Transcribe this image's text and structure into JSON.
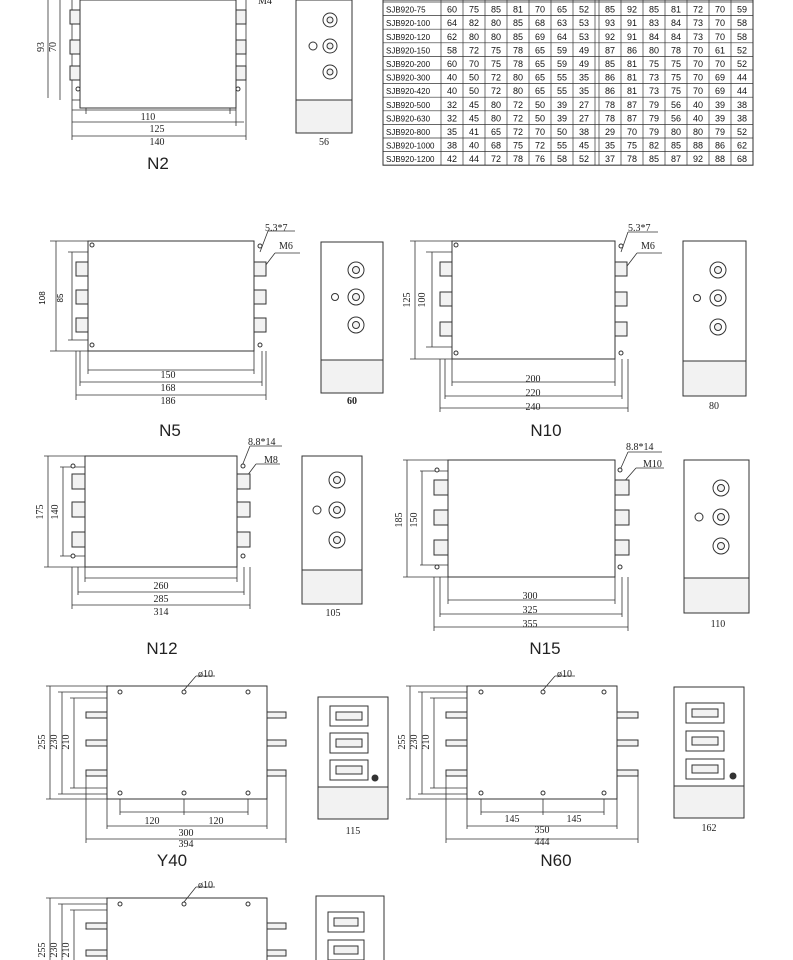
{
  "table": {
    "rows": [
      {
        "model": "SJB920-75",
        "v": [
          "60",
          "75",
          "85",
          "81",
          "70",
          "65",
          "52",
          "85",
          "92",
          "85",
          "81",
          "72",
          "70",
          "59"
        ]
      },
      {
        "model": "SJB920-100",
        "v": [
          "64",
          "82",
          "80",
          "85",
          "68",
          "63",
          "53",
          "93",
          "91",
          "83",
          "84",
          "73",
          "70",
          "58"
        ]
      },
      {
        "model": "SJB920-120",
        "v": [
          "62",
          "80",
          "80",
          "85",
          "69",
          "64",
          "53",
          "92",
          "91",
          "84",
          "84",
          "73",
          "70",
          "58"
        ]
      },
      {
        "model": "SJB920-150",
        "v": [
          "58",
          "72",
          "75",
          "78",
          "65",
          "59",
          "49",
          "87",
          "86",
          "80",
          "78",
          "70",
          "61",
          "52"
        ]
      },
      {
        "model": "SJB920-200",
        "v": [
          "60",
          "70",
          "75",
          "78",
          "65",
          "59",
          "49",
          "85",
          "81",
          "75",
          "75",
          "70",
          "70",
          "52"
        ]
      },
      {
        "model": "SJB920-300",
        "v": [
          "40",
          "50",
          "72",
          "80",
          "65",
          "55",
          "35",
          "86",
          "81",
          "73",
          "75",
          "70",
          "69",
          "44"
        ]
      },
      {
        "model": "SJB920-420",
        "v": [
          "40",
          "50",
          "72",
          "80",
          "65",
          "55",
          "35",
          "86",
          "81",
          "73",
          "75",
          "70",
          "69",
          "44"
        ]
      },
      {
        "model": "SJB920-500",
        "v": [
          "32",
          "45",
          "80",
          "72",
          "50",
          "39",
          "27",
          "78",
          "87",
          "79",
          "56",
          "40",
          "39",
          "38"
        ]
      },
      {
        "model": "SJB920-630",
        "v": [
          "32",
          "45",
          "80",
          "72",
          "50",
          "39",
          "27",
          "78",
          "87",
          "79",
          "56",
          "40",
          "39",
          "38"
        ]
      },
      {
        "model": "SJB920-800",
        "v": [
          "35",
          "41",
          "65",
          "72",
          "70",
          "50",
          "38",
          "29",
          "70",
          "79",
          "80",
          "80",
          "79",
          "52"
        ]
      },
      {
        "model": "SJB920-1000",
        "v": [
          "38",
          "40",
          "68",
          "75",
          "72",
          "55",
          "45",
          "35",
          "75",
          "82",
          "85",
          "88",
          "86",
          "62"
        ]
      },
      {
        "model": "SJB920-1200",
        "v": [
          "42",
          "44",
          "72",
          "78",
          "76",
          "58",
          "52",
          "37",
          "78",
          "85",
          "87",
          "92",
          "88",
          "68"
        ]
      }
    ]
  },
  "drawings": {
    "n2": {
      "caption": "N2",
      "dims": {
        "w1": "110",
        "w2": "125",
        "w3": "140",
        "h1": "93",
        "h2": "70",
        "depth": "56",
        "thread": "M4"
      }
    },
    "n5": {
      "caption": "N5",
      "dims": {
        "w1": "150",
        "w2": "168",
        "w3": "186",
        "h1": "108",
        "h2": "85",
        "depth": "60",
        "hole": "5.3*7",
        "thread": "M6"
      }
    },
    "n10": {
      "caption": "N10",
      "dims": {
        "w1": "200",
        "w2": "220",
        "w3": "240",
        "h1": "125",
        "h2": "100",
        "depth": "80",
        "hole": "5.3*7",
        "thread": "M6"
      }
    },
    "n12": {
      "caption": "N12",
      "dims": {
        "w1": "260",
        "w2": "285",
        "w3": "314",
        "h1": "175",
        "h2": "140",
        "depth": "105",
        "hole": "8.8*14",
        "thread": "M8"
      }
    },
    "n15": {
      "caption": "N15",
      "dims": {
        "w1": "300",
        "w2": "325",
        "w3": "355",
        "h1": "185",
        "h2": "150",
        "depth": "110",
        "hole": "8.8*14",
        "thread": "M10"
      }
    },
    "y40": {
      "caption": "Y40",
      "dims": {
        "a": "120",
        "b": "120",
        "w1": "300",
        "w2": "394",
        "h1": "255",
        "h2": "230",
        "h3": "210",
        "depth": "115",
        "hole": "ø10"
      }
    },
    "n60": {
      "caption": "N60",
      "dims": {
        "a": "145",
        "b": "145",
        "w1": "350",
        "w2": "444",
        "h1": "255",
        "h2": "230",
        "h3": "210",
        "depth": "162",
        "hole": "ø10"
      }
    },
    "bottom": {
      "dims": {
        "h1": "255",
        "h2": "230",
        "h3": "210",
        "hole": "ø10"
      }
    }
  }
}
